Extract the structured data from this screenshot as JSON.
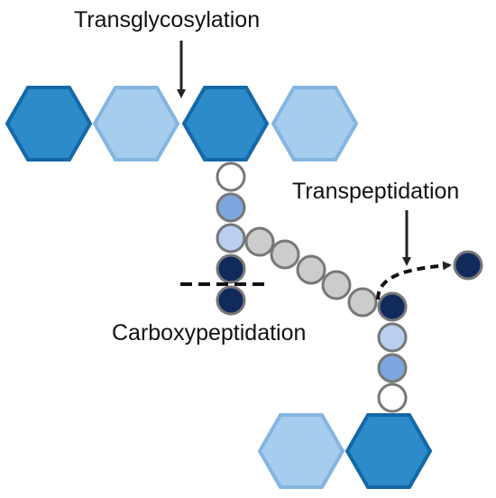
{
  "labels": {
    "transglycosylation": "Transglycosylation",
    "transpeptidation": "Transpeptidation",
    "carboxypeptidation": "Carboxypeptidation"
  },
  "colors": {
    "dark_blue_fill": "#2d8bc9",
    "dark_blue_stroke": "#1468a8",
    "light_blue_fill": "#a6cdee",
    "light_blue_stroke": "#84b5e0",
    "navy": "#102a5c",
    "mid_blue": "#7ca6dd",
    "pale_blue": "#b8cff0",
    "white": "#ffffff",
    "gray_bead": "#cccccc",
    "bead_outline": "#777777",
    "arrow": "#222222"
  },
  "icons": {
    "glycan_unit": "hexagon",
    "amino_acid": "circle"
  }
}
